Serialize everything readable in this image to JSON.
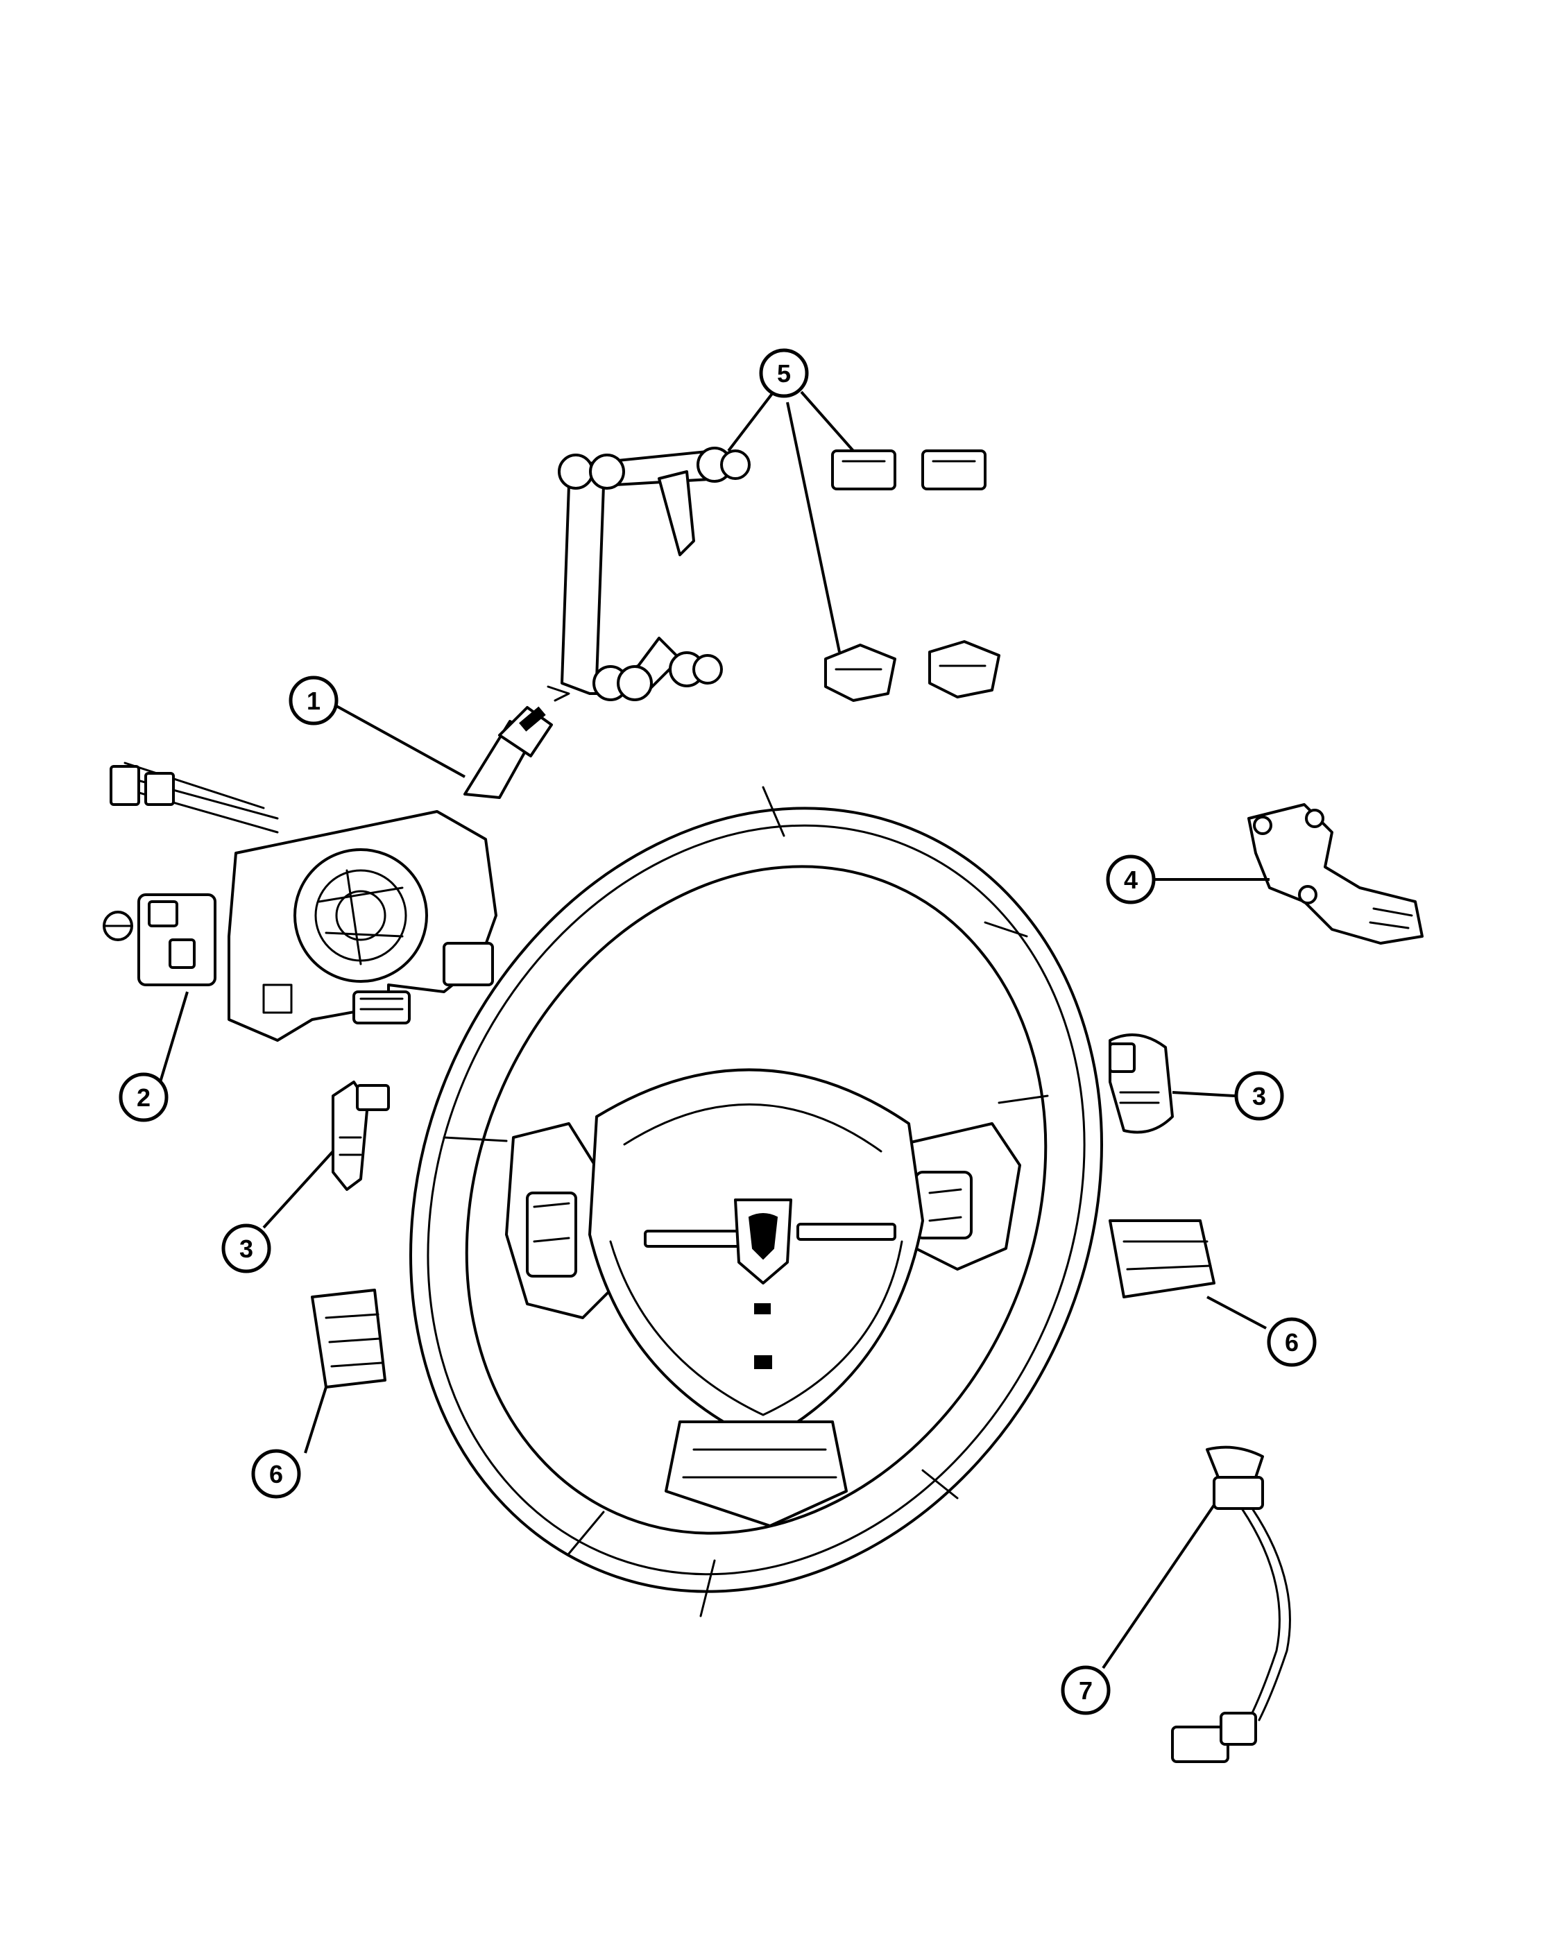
{
  "callouts": [
    {
      "id": "c1",
      "label": "1"
    },
    {
      "id": "c2",
      "label": "2"
    },
    {
      "id": "c3a",
      "label": "3"
    },
    {
      "id": "c3b",
      "label": "3"
    },
    {
      "id": "c4",
      "label": "4"
    },
    {
      "id": "c5",
      "label": "5"
    },
    {
      "id": "c6a",
      "label": "6"
    },
    {
      "id": "c6b",
      "label": "6"
    },
    {
      "id": "c7",
      "label": "7"
    }
  ],
  "colors": {
    "line": "#000000",
    "background": "#ffffff"
  }
}
